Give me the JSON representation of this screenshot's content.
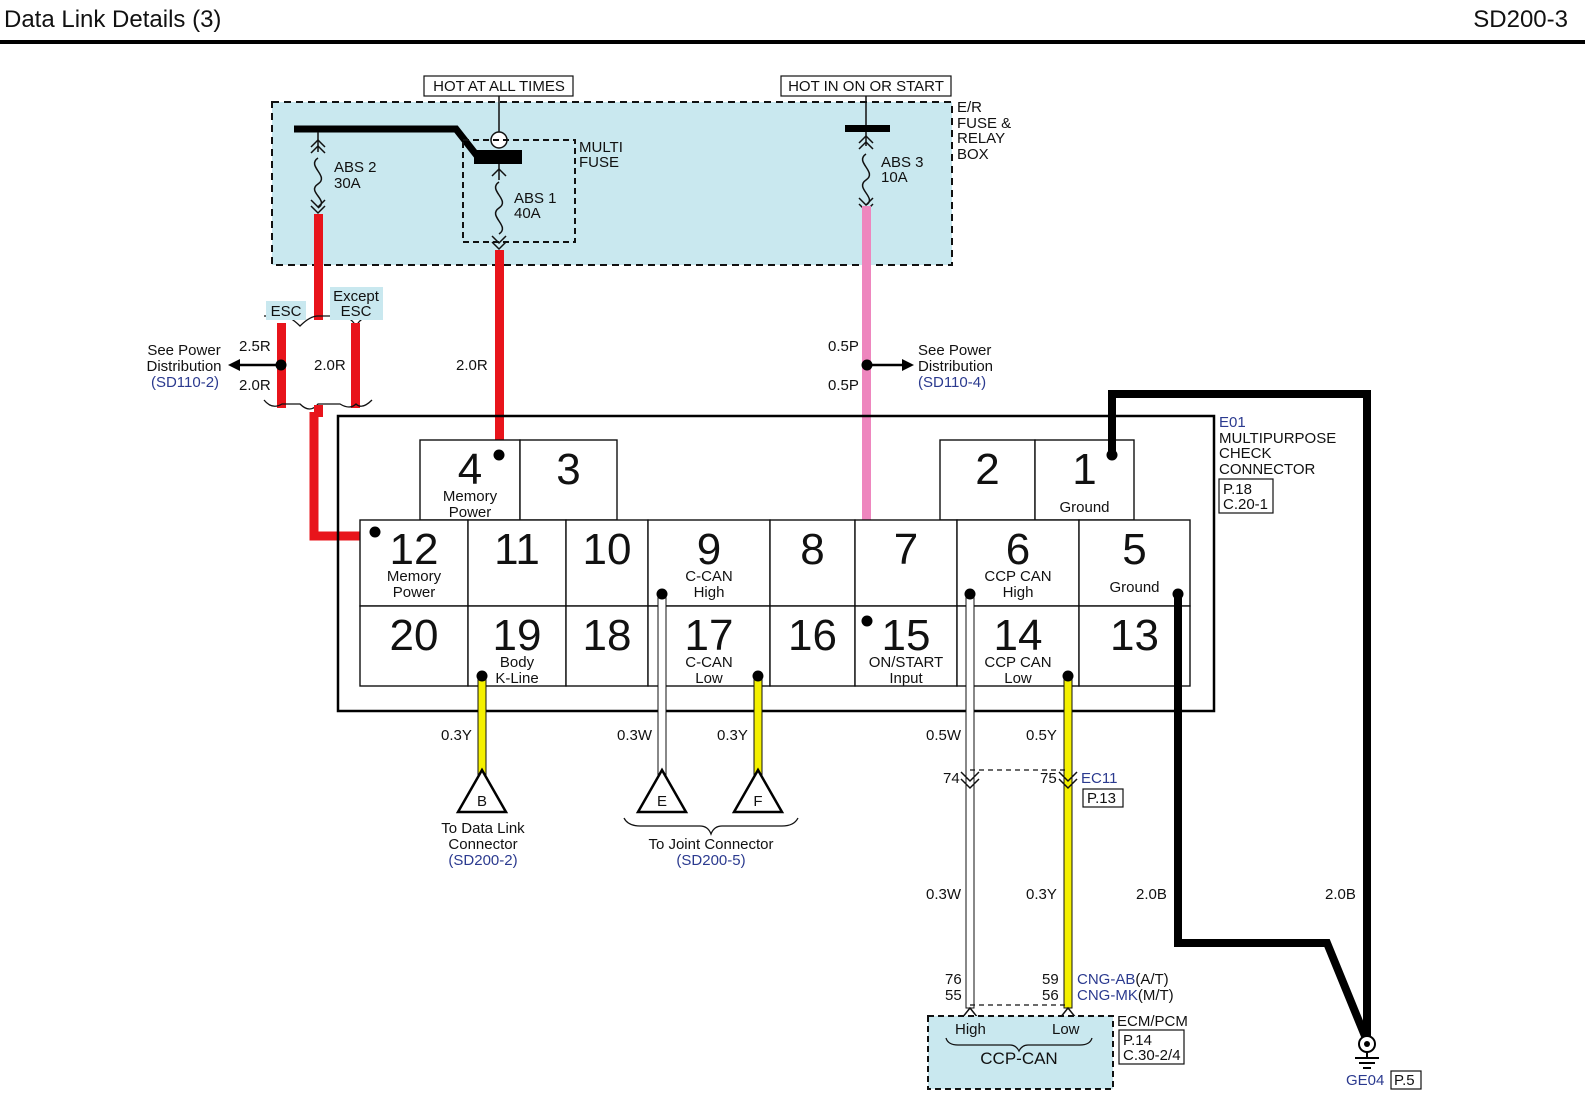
{
  "header": {
    "title": "Data Link Details (3)",
    "code": "SD200-3"
  },
  "sources": {
    "hot_at_all_times": "HOT AT ALL TIMES",
    "hot_in_on_or_start": "HOT IN ON OR START"
  },
  "fuse_box": {
    "label": [
      "E/R",
      "FUSE &",
      "RELAY",
      "BOX"
    ],
    "multi_fuse": [
      "MULTI",
      "FUSE"
    ],
    "abs2": [
      "ABS 2",
      "30A"
    ],
    "abs1": [
      "ABS 1",
      "40A"
    ],
    "abs3": [
      "ABS 3",
      "10A"
    ]
  },
  "options": {
    "esc": "ESC",
    "except_esc": [
      "Except",
      "ESC"
    ]
  },
  "power_left": {
    "text": [
      "See Power",
      "Distribution"
    ],
    "ref": "(SD110-2)",
    "wire_top": "2.5R",
    "wire_bottom": "2.0R",
    "wire_right": "2.0R"
  },
  "power_right": {
    "text": [
      "See Power",
      "Distribution"
    ],
    "ref": "(SD110-4)",
    "wire_top": "0.5P",
    "wire_bottom": "0.5P"
  },
  "wire_abs1": "2.0R",
  "connector": {
    "label": [
      "E01",
      "MULTIPURPOSE",
      "CHECK",
      "CONNECTOR"
    ],
    "page_ref": [
      "P.18",
      "C.20-1"
    ],
    "pins": [
      {
        "num": "4",
        "desc": [
          "Memory",
          "Power"
        ]
      },
      {
        "num": "3",
        "desc": []
      },
      {
        "num": "2",
        "desc": []
      },
      {
        "num": "1",
        "desc": [
          "Ground"
        ]
      },
      {
        "num": "12",
        "desc": [
          "Memory",
          "Power"
        ]
      },
      {
        "num": "11",
        "desc": []
      },
      {
        "num": "10",
        "desc": []
      },
      {
        "num": "9",
        "desc": [
          "C-CAN",
          "High"
        ]
      },
      {
        "num": "8",
        "desc": []
      },
      {
        "num": "7",
        "desc": []
      },
      {
        "num": "6",
        "desc": [
          "CCP CAN",
          "High"
        ]
      },
      {
        "num": "5",
        "desc": [
          "Ground"
        ]
      },
      {
        "num": "20",
        "desc": []
      },
      {
        "num": "19",
        "desc": [
          "Body",
          "K-Line"
        ]
      },
      {
        "num": "18",
        "desc": []
      },
      {
        "num": "17",
        "desc": [
          "C-CAN",
          "Low"
        ]
      },
      {
        "num": "16",
        "desc": []
      },
      {
        "num": "15",
        "desc": [
          "ON/START",
          "Input"
        ]
      },
      {
        "num": "14",
        "desc": [
          "CCP CAN",
          "Low"
        ]
      },
      {
        "num": "13",
        "desc": []
      }
    ]
  },
  "bottom_wires": {
    "w19": "0.3Y",
    "w9": "0.3W",
    "w17": "0.3Y",
    "w6": "0.5W",
    "w14": "0.5Y",
    "w6b": "0.3W",
    "w14b": "0.3Y",
    "gnd_a": "2.0B",
    "gnd_b": "2.0B"
  },
  "terminals": {
    "b": {
      "letter": "B",
      "text": [
        "To Data Link",
        "Connector"
      ],
      "ref": "(SD200-2)"
    },
    "e": {
      "letter": "E"
    },
    "f": {
      "letter": "F"
    },
    "ef_text": "To Joint Connector",
    "ef_ref": "(SD200-5)"
  },
  "ec11": {
    "pin_a": "74",
    "pin_b": "75",
    "label": "EC11",
    "page": "P.13"
  },
  "ecm": {
    "pins_a": [
      "76",
      "55"
    ],
    "pins_b": [
      "59",
      "56"
    ],
    "var1": "CNG-AB",
    "var1_suffix": "(A/T)",
    "var2": "CNG-MK",
    "var2_suffix": "(M/T)",
    "high": "High",
    "low": "Low",
    "bus": "CCP-CAN",
    "label": "ECM/PCM",
    "page_ref": [
      "P.14",
      "C.30-2/4"
    ]
  },
  "ground": {
    "label": "GE04",
    "page": "P.5"
  },
  "colors": {
    "red": "#e8141b",
    "pink": "#ee86be",
    "yellow": "#f4f000",
    "white_wire": "#ffffff",
    "black": "#000000",
    "fuse_fill": "#c9e8ef",
    "link": "#2b3a8f"
  }
}
